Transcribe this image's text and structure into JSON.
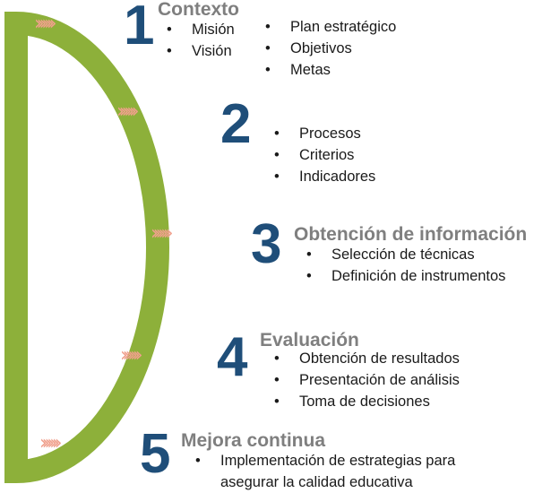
{
  "diagram": {
    "colors": {
      "arc": "#8db03a",
      "chevron": "#f0a08c",
      "number": "#1f4e79",
      "title": "#7f7f7f",
      "text": "#1a1a1a"
    },
    "chevron_glyph": "›››››››",
    "steps": [
      {
        "number": "1",
        "title": "Contexto",
        "bullets_col1": [
          "Misión",
          "Visión"
        ],
        "bullets_col2": [
          "Plan estratégico",
          "Objetivos",
          "Metas"
        ]
      },
      {
        "number": "2",
        "title": "",
        "bullets": [
          "Procesos",
          "Criterios",
          "Indicadores"
        ]
      },
      {
        "number": "3",
        "title": "Obtención de información",
        "bullets": [
          "Selección de técnicas",
          "Definición de instrumentos"
        ]
      },
      {
        "number": "4",
        "title": "Evaluación",
        "bullets": [
          "Obtención de resultados",
          "Presentación de análisis",
          "Toma de decisiones"
        ]
      },
      {
        "number": "5",
        "title": "Mejora continua",
        "bullets": [
          "Implementación de estrategias para asegurar la calidad educativa"
        ]
      }
    ]
  }
}
